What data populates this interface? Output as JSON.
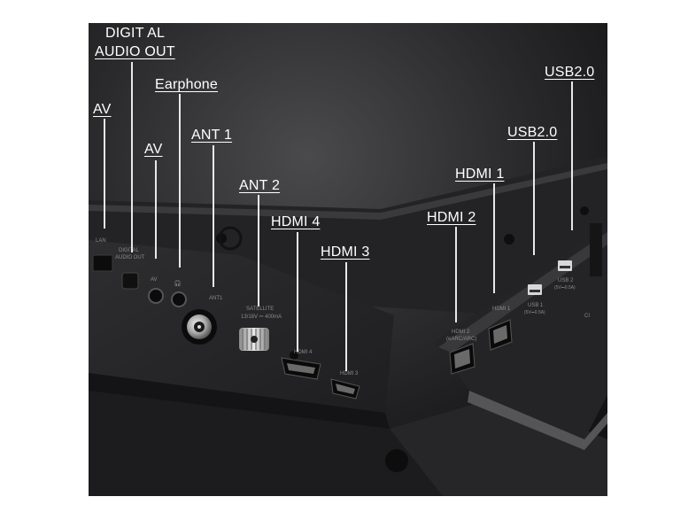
{
  "callouts": {
    "digital_audio_out_1": "DIGIT AL",
    "digital_audio_out_2": "AUDIO OUT",
    "av_left": "AV",
    "earphone": "Earphone",
    "av_middle": "AV",
    "ant1": "ANT 1",
    "ant2": "ANT 2",
    "hdmi4": "HDMI 4",
    "hdmi3": "HDMI 3",
    "hdmi2": "HDMI 2",
    "hdmi1": "HDMI 1",
    "usb_mid": "USB2.0",
    "usb_top": "USB2.0"
  },
  "panel_print": {
    "lan": "LAN",
    "digital": "DIGITAL",
    "audio_out": "AUDIO OUT",
    "av": "AV",
    "ant1": "ANT1",
    "satellite": "SATELLITE",
    "sat_power": "13/18V ⎓ 400mA",
    "hdmi4": "HDMI 4",
    "hdmi3": "HDMI 3",
    "hdmi2": "HDMI 2",
    "hdmi2_sub": "(eARC/ARC)",
    "hdmi1": "HDMI 1",
    "usb1": "USB 1",
    "usb1_sub": "(5V⎓0.5A)",
    "usb2": "USB 2",
    "usb2_sub": "(5V⎓0.5A)",
    "ci": "CI"
  },
  "colors": {
    "background": "#1b1b1c",
    "panel": "#2b2b2d",
    "label": "#ffffff"
  }
}
